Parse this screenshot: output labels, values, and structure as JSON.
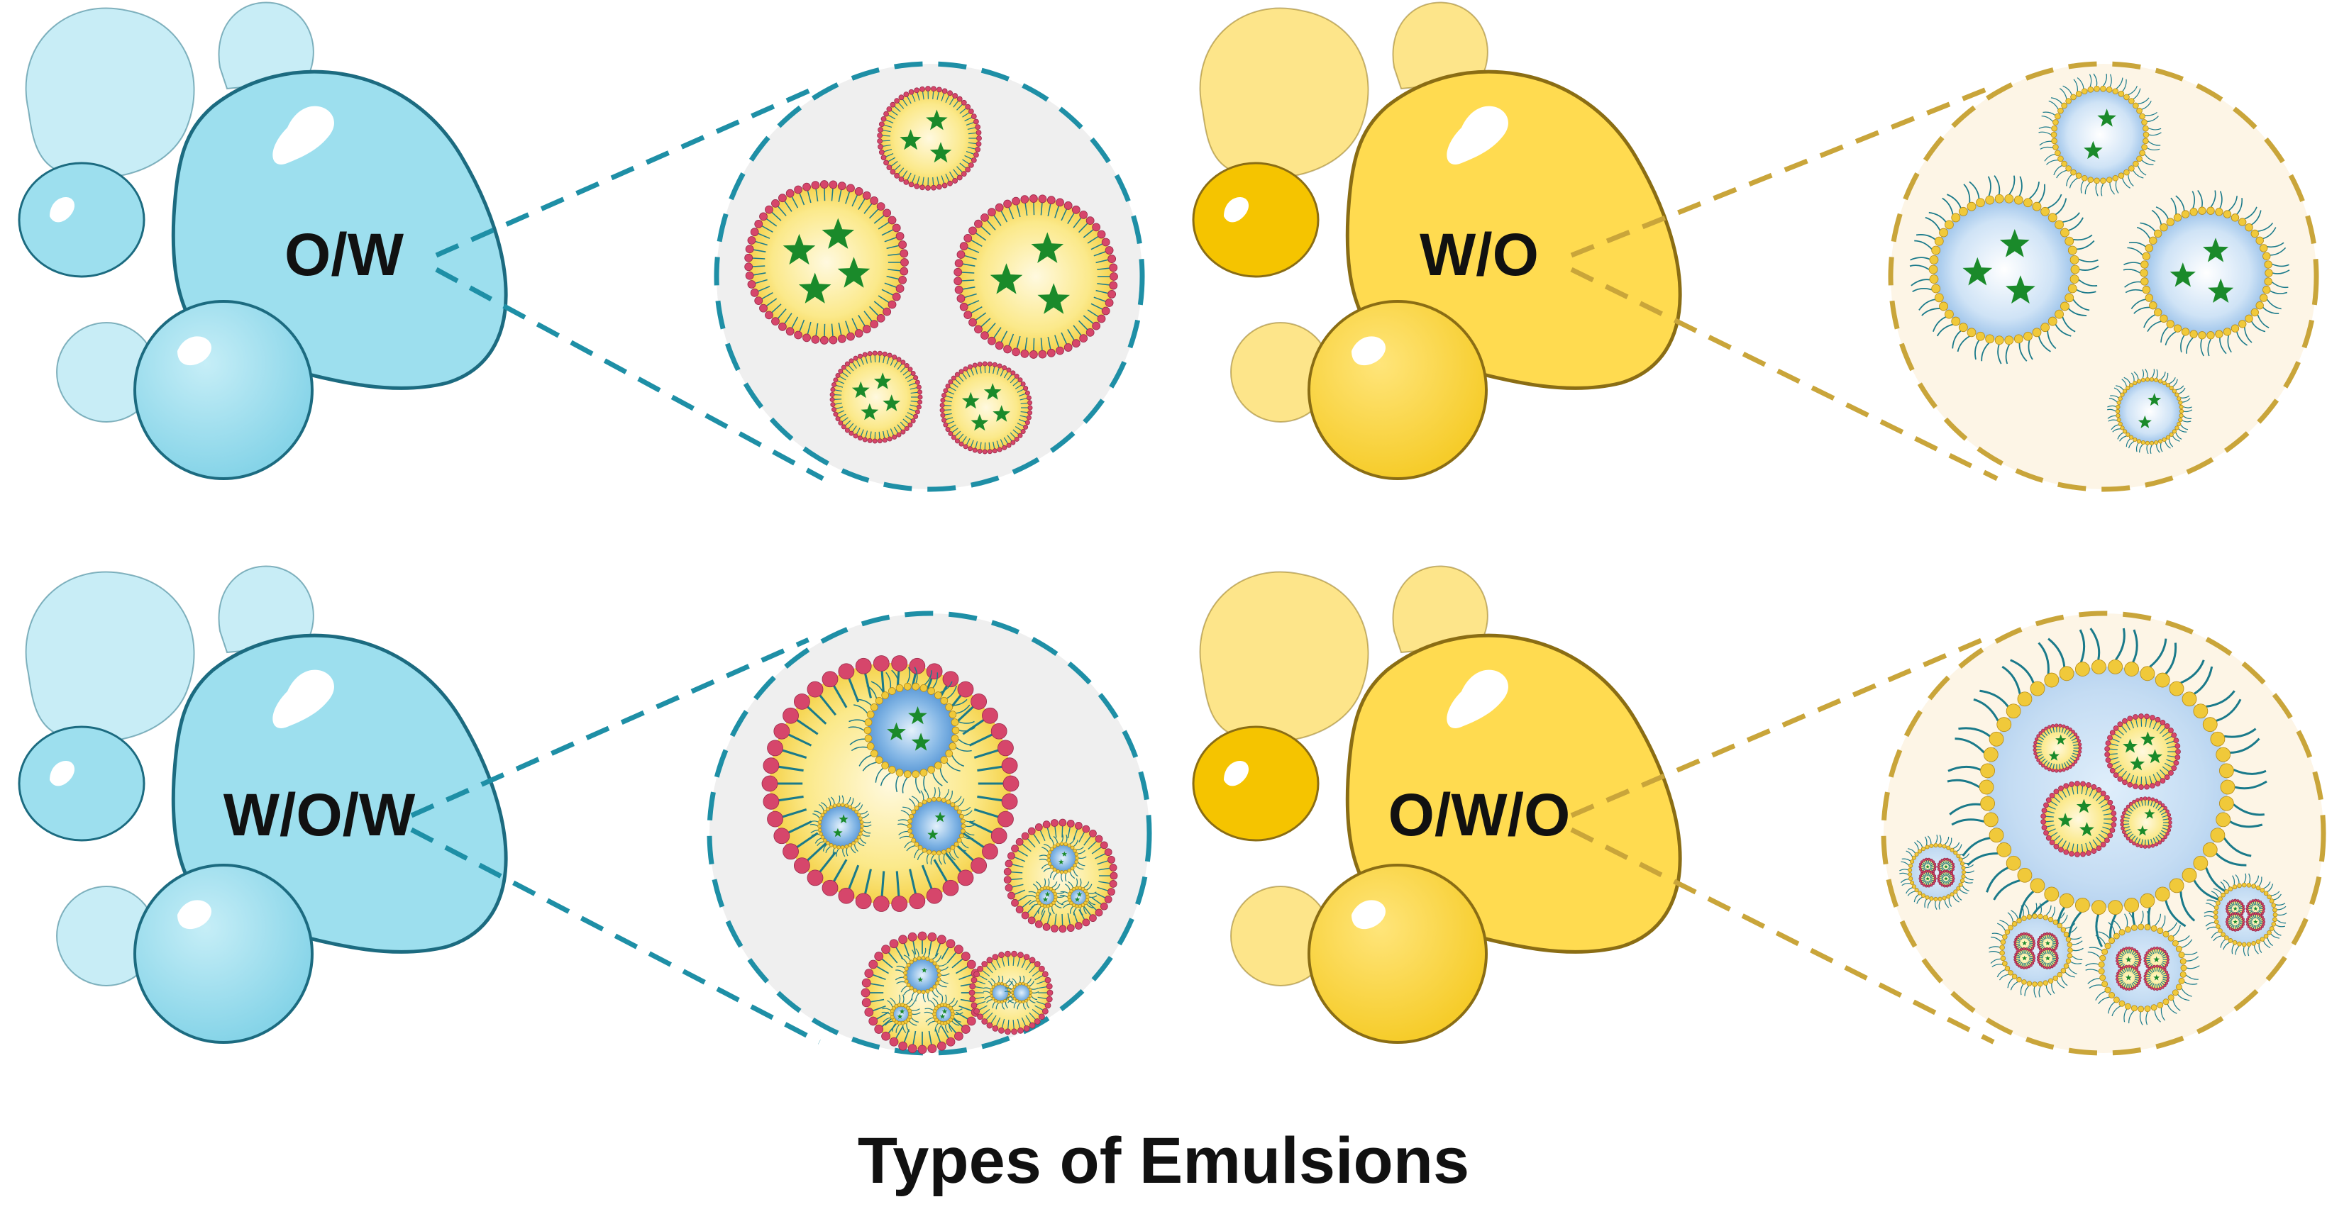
{
  "title": "Types of Emulsions",
  "colors": {
    "water_fill": "#9ddfee",
    "water_stroke": "#1c6b80",
    "water_dash": "#1e8fa6",
    "oil_fill": "#ffdb50",
    "oil_stroke": "#8a6d14",
    "oil_dash": "#c9a53a",
    "star": "#1a8a2a",
    "head_red": "#d6466b",
    "head_yellow": "#f0c93a",
    "tail_teal": "#1a7a8a"
  },
  "panels": [
    {
      "id": "ow",
      "label": "O/W",
      "theme": "water",
      "bg": "#efefef",
      "inner": "O/W"
    },
    {
      "id": "wo",
      "label": "W/O",
      "theme": "oil",
      "bg": "#fdf5e6",
      "inner": "W/O"
    },
    {
      "id": "wow",
      "label": "W/O/W",
      "theme": "water",
      "bg": "#efefef",
      "inner": "W/O/W"
    },
    {
      "id": "owo",
      "label": "O/W/O",
      "theme": "oil",
      "bg": "#fdf5e6",
      "inner": "O/W/O"
    }
  ]
}
